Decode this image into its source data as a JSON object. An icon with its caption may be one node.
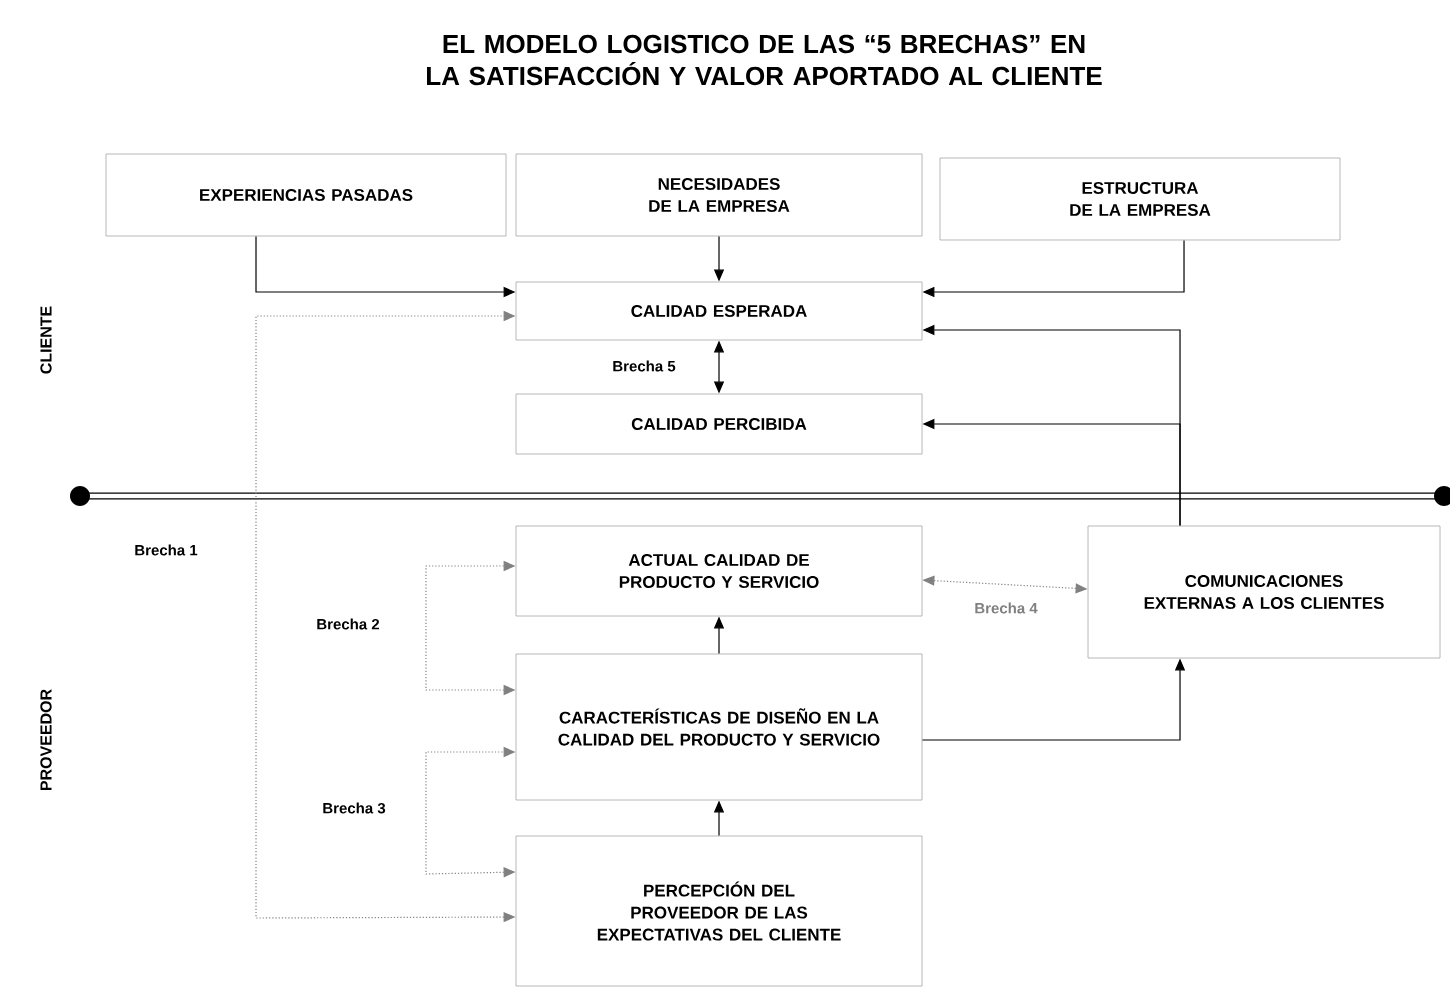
{
  "diagram": {
    "title": "EL MODELO LOGISTICO DE LAS “5 BRECHAS” EN LA SATISFACCIÓN Y VALOR APORTADO AL CLIENTE",
    "nodes": [
      {
        "text": [
          "EXPERIENCIAS PASADAS"
        ]
      },
      {
        "text": [
          "NECESIDADES DE LA EMPRESA"
        ]
      },
      {
        "text": [
          "ESTRUCTURA DE LA EMPRESA"
        ]
      },
      {
        "text": [
          "CALIDAD ESPERADA"
        ]
      },
      {
        "text": [
          "CALIDAD  PERCIBIDA"
        ]
      },
      {
        "text": [
          "ACTUAL CALIDAD DE PRODUCTO Y SERVICIO"
        ]
      },
      {
        "text": [
          "COMUNICACIONES EXTERNAS A LOS CLIENTES"
        ]
      },
      {
        "text": [
          "CARACTERÍSTICAS DE DISEÑO EN LA CALIDAD DEL PRODUCTO Y SERVICIO"
        ]
      },
      {
        "text": [
          "PERCEPCIÓN DEL PROVEEDOR DE LAS EXPECTATIVAS DEL CLIENTE"
        ]
      }
    ],
    "edges": [
      {
        "from": 0,
        "to": 3,
        "arrow": "to"
      },
      {
        "from": 1,
        "to": 3,
        "arrow": "to"
      },
      {
        "from": 2,
        "to": 3,
        "arrow": "to"
      },
      {
        "from": 3,
        "to": 4,
        "arrow": "both",
        "label": "Brecha 5"
      },
      {
        "from": 6,
        "to": 3,
        "arrow": "to"
      },
      {
        "from": 6,
        "to": 4,
        "arrow": "to"
      },
      {
        "from": 8,
        "to": 3,
        "arrow": "both",
        "style": "dashed",
        "color": "#808080",
        "label": "Brecha 1"
      },
      {
        "from": 7,
        "to": 5,
        "arrow": "both",
        "style": "dashed",
        "color": "#808080",
        "label": "Brecha 2"
      },
      {
        "from": 8,
        "to": 7,
        "arrow": "both",
        "style": "dashed",
        "color": "#808080",
        "label": "Brecha 3"
      },
      {
        "from": 5,
        "to": 6,
        "arrow": "both",
        "style": "dashed",
        "color": "#808080",
        "label": "Brecha 4"
      },
      {
        "from": 7,
        "to": 5,
        "arrow": "to"
      },
      {
        "from": 8,
        "to": 7,
        "arrow": "to"
      },
      {
        "from": 7,
        "to": 6,
        "arrow": "to"
      }
    ],
    "labels": [
      "CLIENTE",
      "PROVEEDOR"
    ]
  }
}
